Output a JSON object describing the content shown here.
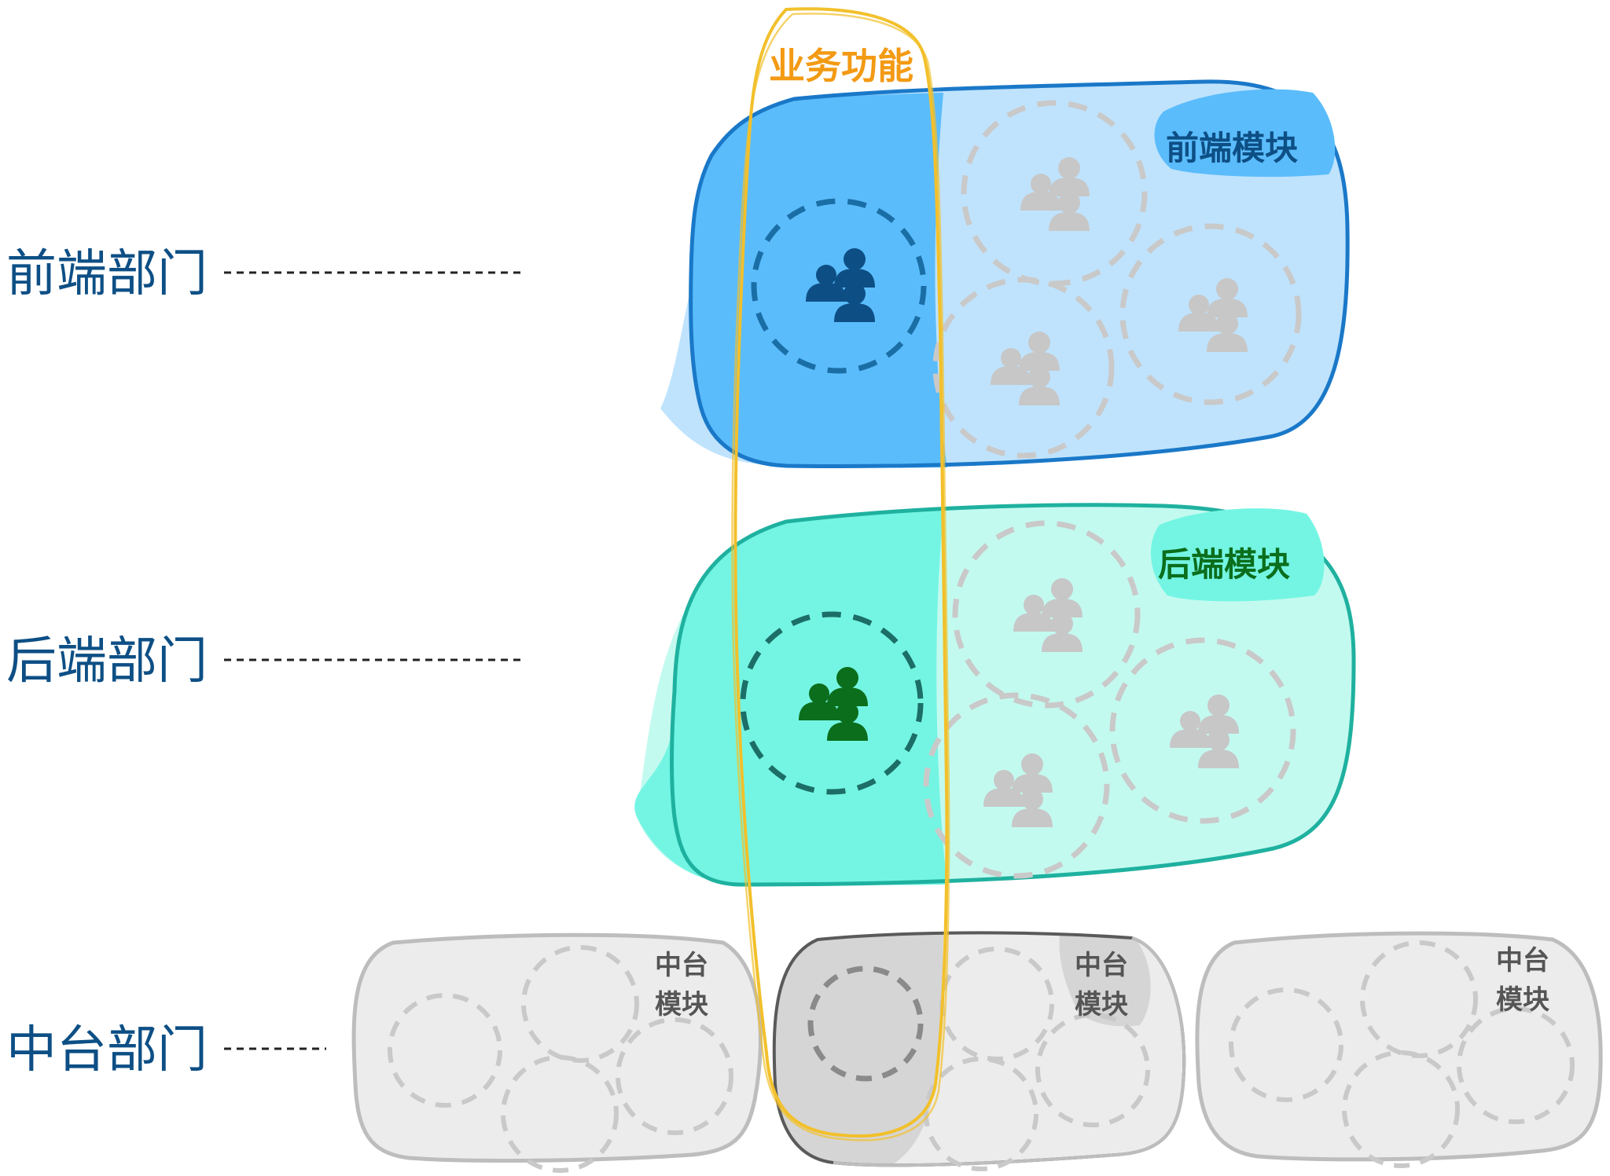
{
  "departments": [
    {
      "label": "前端部门"
    },
    {
      "label": "后端部门"
    },
    {
      "label": "中台部门"
    }
  ],
  "frontend_module": {
    "label": "前端模块",
    "fill": "#5bbcfb",
    "light_fill": "#bfe3fd",
    "stroke": "#1a78c8",
    "label_color": "#0d4f85"
  },
  "backend_module": {
    "label": "后端模块",
    "fill": "#74f5e3",
    "light_fill": "#c3faf0",
    "stroke": "#1fb19f",
    "label_color": "#0b6e1c"
  },
  "middle_modules": [
    {
      "label_line1": "中台",
      "label_line2": "模块"
    },
    {
      "label_line1": "中台",
      "label_line2": "模块"
    },
    {
      "label_line1": "中台",
      "label_line2": "模块"
    }
  ],
  "business_function": {
    "label": "业务功能",
    "stroke": "#f2c02b",
    "label_color": "#f39a14"
  },
  "colors": {
    "dept_text": "#0d4f85",
    "front_team_icon": "#0d4f85",
    "back_team_icon": "#0b6e1c",
    "inactive_icon": "#c7c7c7",
    "middle_fill": "#ececec",
    "middle_stroke": "#bdbdbd"
  }
}
